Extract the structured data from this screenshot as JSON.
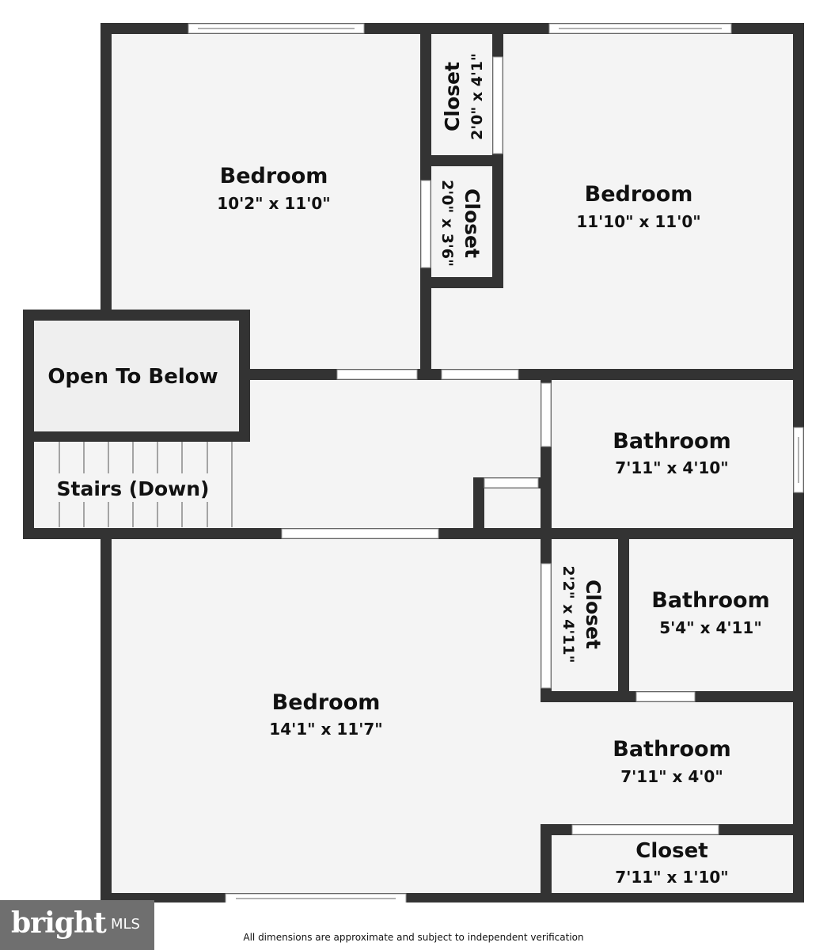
{
  "rooms": [
    {
      "name": "Bedroom",
      "dims": "10'2\" x 11'0\""
    },
    {
      "name": "Closet",
      "dims": "2'0\" x 4'1\""
    },
    {
      "name": "Closet",
      "dims": "2'0\" x 3'6\""
    },
    {
      "name": "Bedroom",
      "dims": "11'10\" x 11'0\""
    },
    {
      "name": "Open To Below",
      "dims": ""
    },
    {
      "name": "Stairs (Down)",
      "dims": ""
    },
    {
      "name": "Bathroom",
      "dims": "7'11\" x 4'10\""
    },
    {
      "name": "Closet",
      "dims": "2'2\" x 4'11\""
    },
    {
      "name": "Bathroom",
      "dims": "5'4\" x 4'11\""
    },
    {
      "name": "Bedroom",
      "dims": "14'1\" x 11'7\""
    },
    {
      "name": "Bathroom",
      "dims": "7'11\" x 4'0\""
    },
    {
      "name": "Closet",
      "dims": "7'11\" x 1'10\""
    }
  ],
  "disclaimer": "All dimensions are approximate and subject to independent verification",
  "logo": {
    "brand": "bright",
    "mls": "MLS"
  },
  "colors": {
    "wall": "#333333",
    "floor": "#f4f4f4",
    "open_area": "#efefef",
    "logo_bg": "#6f6f6f"
  }
}
